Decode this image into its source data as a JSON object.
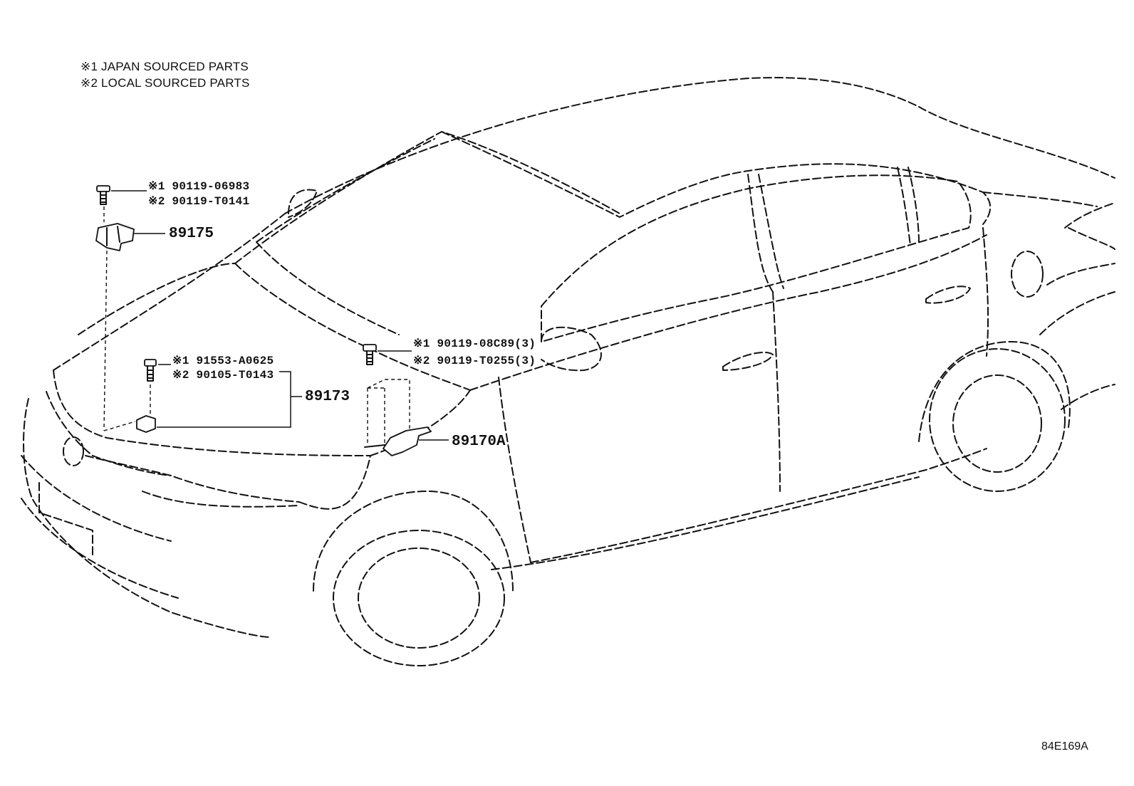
{
  "legend": {
    "line1": "※1 JAPAN SOURCED PARTS",
    "line2": "※2 LOCAL SOURCED PARTS"
  },
  "callouts": {
    "bolt_top_1": "※1 90119-06983",
    "bolt_top_2": "※2 90119-T0141",
    "part_89175": "89175",
    "bolt_mid_1": "※1 91553-A0625",
    "bolt_mid_2": "※2 90105-T0143",
    "part_89173": "89173",
    "bolt_right_1": "※1 90119-08C89(3)",
    "bolt_right_2": "※2 90119-T0255(3)",
    "part_89170A": "89170A"
  },
  "diagram_code": "84E169A"
}
